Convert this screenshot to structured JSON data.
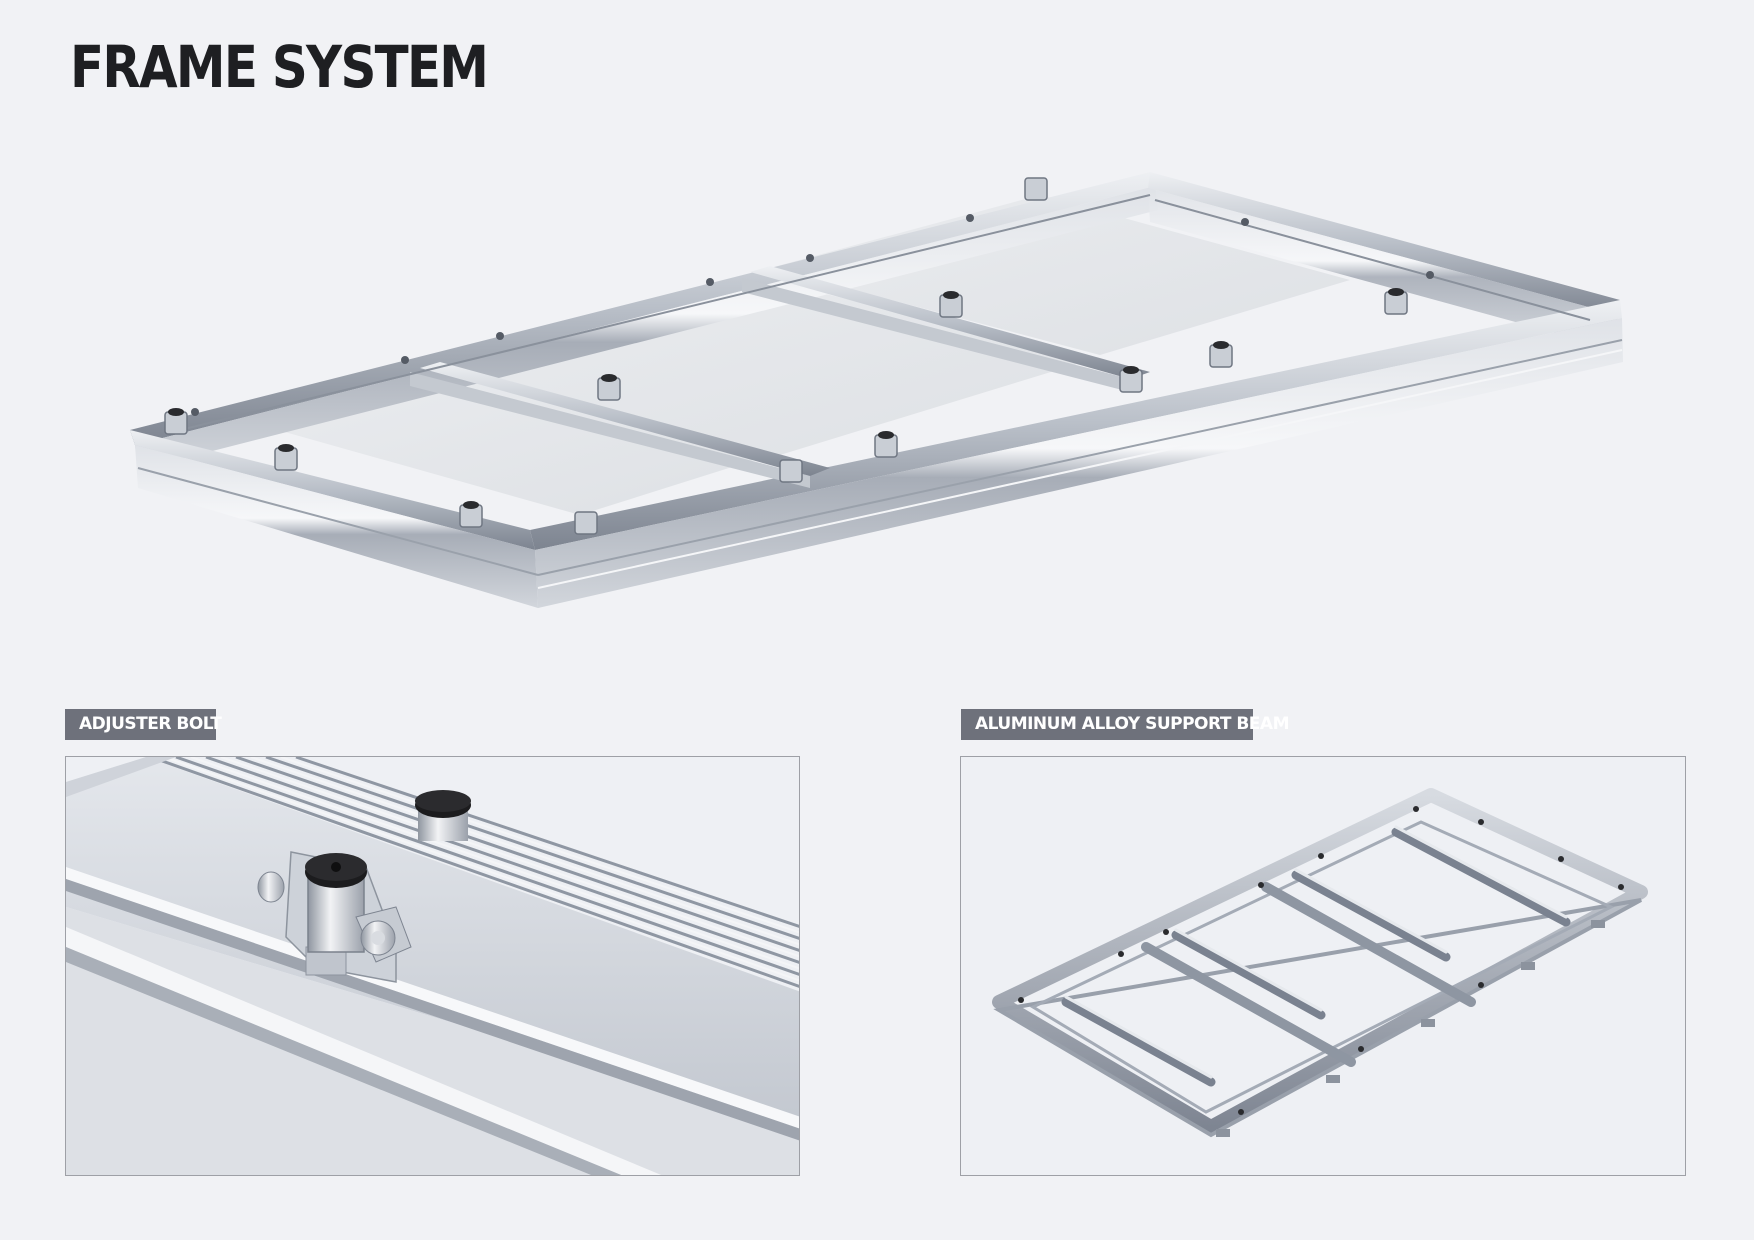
{
  "page": {
    "title": "FRAME SYSTEM"
  },
  "details": {
    "adjuster": {
      "label": "ADJUSTER BOLT"
    },
    "beam": {
      "label": "ALUMINUM ALLOY SUPPORT BEAM"
    }
  },
  "colors": {
    "background": "#f1f2f5",
    "title": "#1e1f22",
    "tag_background": "#6e717b",
    "tag_text": "#ffffff",
    "panel_border": "#9ea0a6",
    "aluminum_light": "#d9dde3",
    "aluminum_mid": "#b4bac3",
    "aluminum_dark": "#6f7682",
    "glass": "#e3e5e9",
    "rubber": "#1a1a1a"
  }
}
